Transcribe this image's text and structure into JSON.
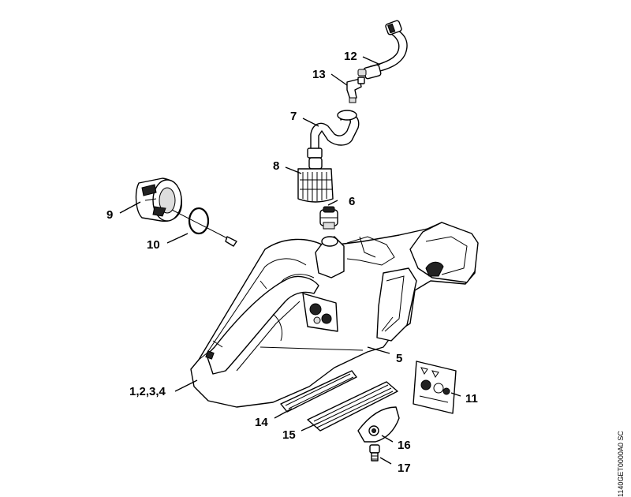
{
  "reference_code": "1140GET0000A0 SC",
  "callouts": [
    {
      "id": "c12",
      "text": "12"
    },
    {
      "id": "c13",
      "text": "13"
    },
    {
      "id": "c7",
      "text": "7"
    },
    {
      "id": "c8",
      "text": "8"
    },
    {
      "id": "c6",
      "text": "6"
    },
    {
      "id": "c9",
      "text": "9"
    },
    {
      "id": "c10",
      "text": "10"
    },
    {
      "id": "c5",
      "text": "5"
    },
    {
      "id": "c1234",
      "text": "1,2,3,4"
    },
    {
      "id": "c11",
      "text": "11"
    },
    {
      "id": "c14",
      "text": "14"
    },
    {
      "id": "c15",
      "text": "15"
    },
    {
      "id": "c16",
      "text": "16"
    },
    {
      "id": "c17",
      "text": "17"
    }
  ]
}
